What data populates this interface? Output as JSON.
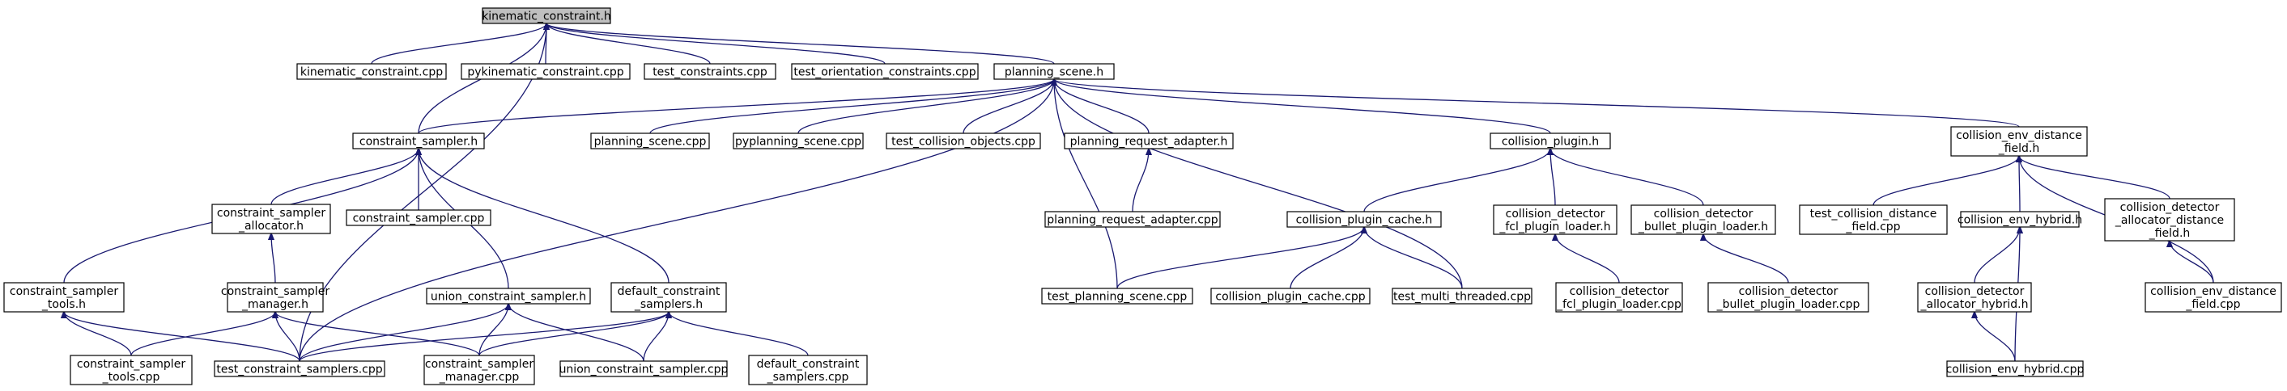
{
  "diagram": {
    "nodes": [
      {
        "id": "n0",
        "lines": [
          "kinematic_constraint.h"
        ],
        "root": true
      },
      {
        "id": "n1",
        "lines": [
          "kinematic_constraint.cpp"
        ]
      },
      {
        "id": "n2",
        "lines": [
          "pykinematic_constraint.cpp"
        ]
      },
      {
        "id": "n3",
        "lines": [
          "test_constraints.cpp"
        ]
      },
      {
        "id": "n4",
        "lines": [
          "test_orientation_constraints.cpp"
        ]
      },
      {
        "id": "n5",
        "lines": [
          "planning_scene.h"
        ]
      },
      {
        "id": "n6",
        "lines": [
          "constraint_sampler.h"
        ]
      },
      {
        "id": "n7",
        "lines": [
          "planning_scene.cpp"
        ]
      },
      {
        "id": "n8",
        "lines": [
          "pyplanning_scene.cpp"
        ]
      },
      {
        "id": "n9",
        "lines": [
          "test_collision_objects.cpp"
        ]
      },
      {
        "id": "n10",
        "lines": [
          "planning_request_adapter.h"
        ]
      },
      {
        "id": "n11",
        "lines": [
          "collision_plugin.h"
        ]
      },
      {
        "id": "n12",
        "lines": [
          "collision_env_distance",
          "_field.h"
        ]
      },
      {
        "id": "n13",
        "lines": [
          "constraint_sampler",
          "_allocator.h"
        ]
      },
      {
        "id": "n14",
        "lines": [
          "constraint_sampler.cpp"
        ]
      },
      {
        "id": "n15",
        "lines": [
          "planning_request_adapter.cpp"
        ]
      },
      {
        "id": "n16",
        "lines": [
          "collision_plugin_cache.h"
        ]
      },
      {
        "id": "n17",
        "lines": [
          "collision_detector",
          "_fcl_plugin_loader.h"
        ]
      },
      {
        "id": "n18",
        "lines": [
          "collision_detector",
          "_bullet_plugin_loader.h"
        ]
      },
      {
        "id": "n19",
        "lines": [
          "test_collision_distance",
          "_field.cpp"
        ]
      },
      {
        "id": "n20",
        "lines": [
          "collision_env_hybrid.h"
        ]
      },
      {
        "id": "n21",
        "lines": [
          "collision_detector",
          "_allocator_distance",
          "_field.h"
        ]
      },
      {
        "id": "n22",
        "lines": [
          "constraint_sampler",
          "_tools.h"
        ]
      },
      {
        "id": "n23",
        "lines": [
          "constraint_sampler",
          "_manager.h"
        ]
      },
      {
        "id": "n24",
        "lines": [
          "union_constraint_sampler.h"
        ]
      },
      {
        "id": "n25",
        "lines": [
          "default_constraint",
          "_samplers.h"
        ]
      },
      {
        "id": "n26",
        "lines": [
          "test_planning_scene.cpp"
        ]
      },
      {
        "id": "n27",
        "lines": [
          "collision_plugin_cache.cpp"
        ]
      },
      {
        "id": "n28",
        "lines": [
          "test_multi_threaded.cpp"
        ]
      },
      {
        "id": "n29",
        "lines": [
          "collision_detector",
          "_fcl_plugin_loader.cpp"
        ]
      },
      {
        "id": "n30",
        "lines": [
          "collision_detector",
          "_bullet_plugin_loader.cpp"
        ]
      },
      {
        "id": "n31",
        "lines": [
          "collision_detector",
          "_allocator_hybrid.h"
        ]
      },
      {
        "id": "n32",
        "lines": [
          "collision_env_distance",
          "_field.cpp"
        ]
      },
      {
        "id": "n33",
        "lines": [
          "constraint_sampler",
          "_tools.cpp"
        ]
      },
      {
        "id": "n34",
        "lines": [
          "test_constraint_samplers.cpp"
        ]
      },
      {
        "id": "n35",
        "lines": [
          "constraint_sampler",
          "_manager.cpp"
        ]
      },
      {
        "id": "n36",
        "lines": [
          "union_constraint_sampler.cpp"
        ]
      },
      {
        "id": "n37",
        "lines": [
          "default_constraint",
          "_samplers.cpp"
        ]
      },
      {
        "id": "n38",
        "lines": [
          "collision_env_hybrid.cpp"
        ]
      }
    ],
    "edges": [
      [
        "n1",
        "n0"
      ],
      [
        "n2",
        "n0"
      ],
      [
        "n3",
        "n0"
      ],
      [
        "n4",
        "n0"
      ],
      [
        "n5",
        "n0"
      ],
      [
        "n6",
        "n0"
      ],
      [
        "n34",
        "n0"
      ],
      [
        "n6",
        "n5"
      ],
      [
        "n7",
        "n5"
      ],
      [
        "n8",
        "n5"
      ],
      [
        "n9",
        "n5"
      ],
      [
        "n10",
        "n5"
      ],
      [
        "n11",
        "n5"
      ],
      [
        "n12",
        "n5"
      ],
      [
        "n26",
        "n5"
      ],
      [
        "n28",
        "n5"
      ],
      [
        "n34",
        "n5"
      ],
      [
        "n13",
        "n6"
      ],
      [
        "n14",
        "n6"
      ],
      [
        "n22",
        "n6"
      ],
      [
        "n24",
        "n6"
      ],
      [
        "n25",
        "n6"
      ],
      [
        "n15",
        "n10"
      ],
      [
        "n16",
        "n11"
      ],
      [
        "n17",
        "n11"
      ],
      [
        "n18",
        "n11"
      ],
      [
        "n19",
        "n12"
      ],
      [
        "n20",
        "n12"
      ],
      [
        "n21",
        "n12"
      ],
      [
        "n32",
        "n12"
      ],
      [
        "n23",
        "n13"
      ],
      [
        "n26",
        "n16"
      ],
      [
        "n27",
        "n16"
      ],
      [
        "n28",
        "n16"
      ],
      [
        "n29",
        "n17"
      ],
      [
        "n30",
        "n18"
      ],
      [
        "n31",
        "n20"
      ],
      [
        "n38",
        "n20"
      ],
      [
        "n32",
        "n21"
      ],
      [
        "n33",
        "n22"
      ],
      [
        "n34",
        "n22"
      ],
      [
        "n34",
        "n23"
      ],
      [
        "n35",
        "n23"
      ],
      [
        "n33",
        "n23"
      ],
      [
        "n34",
        "n24"
      ],
      [
        "n35",
        "n24"
      ],
      [
        "n36",
        "n24"
      ],
      [
        "n34",
        "n25"
      ],
      [
        "n35",
        "n25"
      ],
      [
        "n36",
        "n25"
      ],
      [
        "n37",
        "n25"
      ],
      [
        "n38",
        "n31"
      ]
    ]
  }
}
